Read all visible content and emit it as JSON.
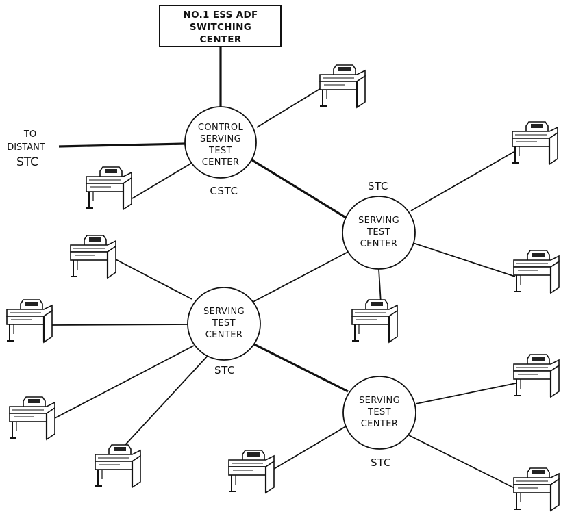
{
  "switching_center": {
    "lines": [
      "NO.1 ESS ADF",
      "SWITCHING",
      "CENTER"
    ]
  },
  "distant": {
    "lines": [
      "TO",
      "DISTANT",
      "STC"
    ]
  },
  "control_center": {
    "lines": [
      "CONTROL",
      "SERVING",
      "TEST",
      "CENTER"
    ],
    "tag": "CSTC"
  },
  "center_a": {
    "lines": [
      "SERVING",
      "TEST",
      "CENTER"
    ],
    "tag": "STC"
  },
  "center_b": {
    "lines": [
      "SERVING",
      "TEST",
      "CENTER"
    ],
    "tag": "STC"
  },
  "center_c": {
    "lines": [
      "SERVING",
      "TEST",
      "CENTER"
    ],
    "tag": "STC"
  },
  "terminal_icon": "teletypewriter-terminal-icon"
}
